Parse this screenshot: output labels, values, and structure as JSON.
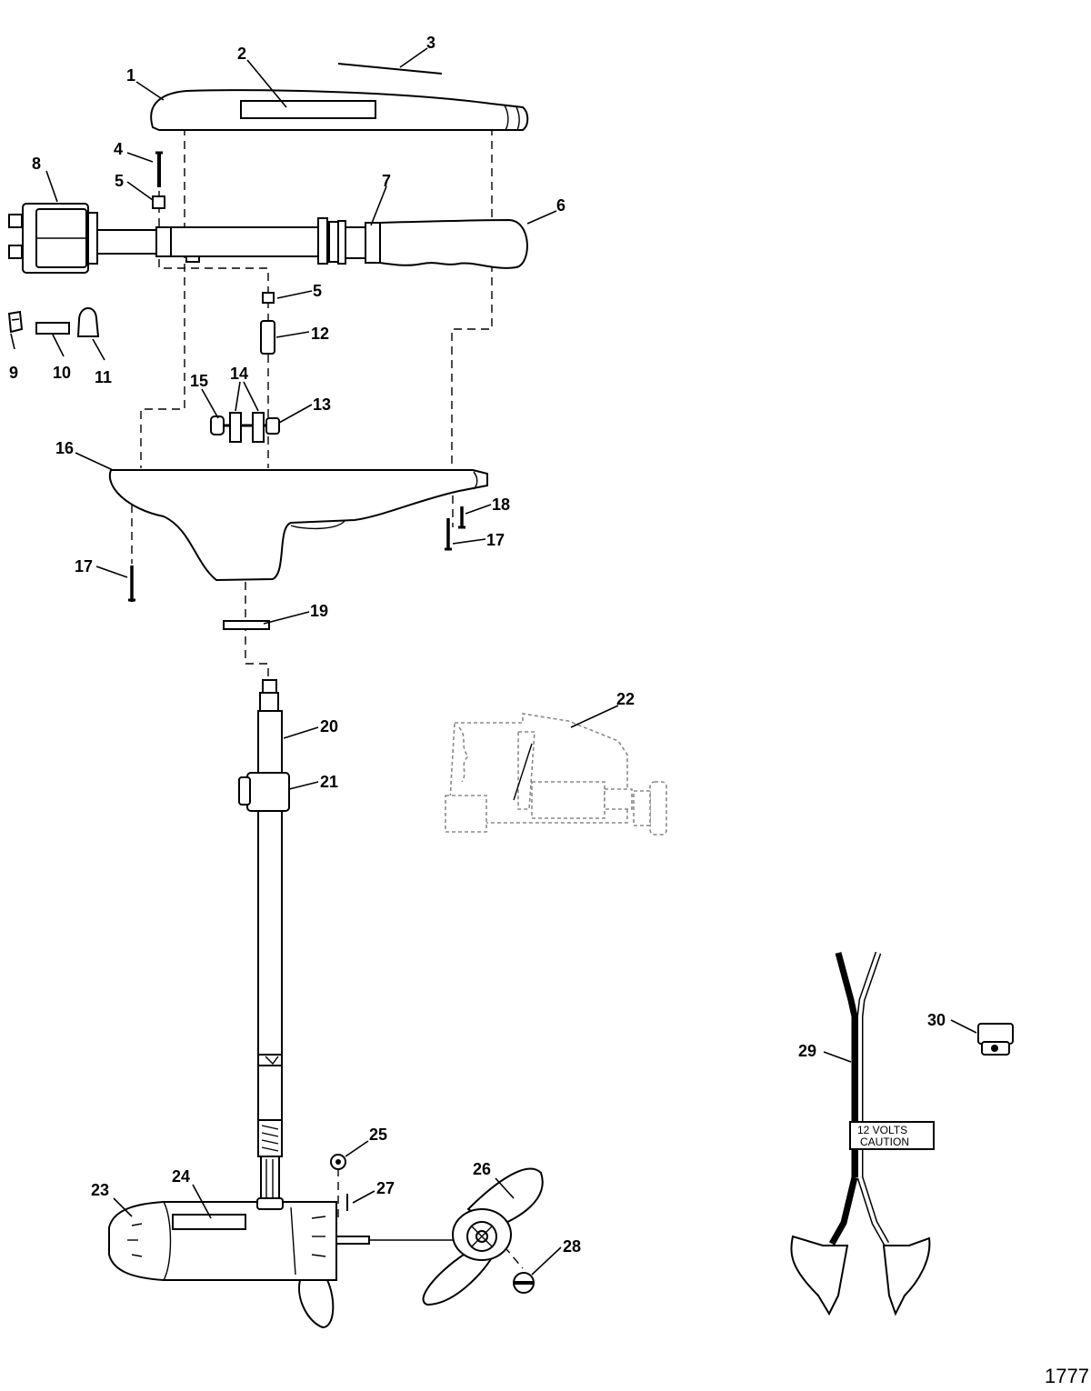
{
  "callouts": [
    "1",
    "2",
    "3",
    "4",
    "5",
    "6",
    "7",
    "8",
    "9",
    "10",
    "11",
    "12",
    "13",
    "14",
    "15",
    "16",
    "17",
    "18",
    "19",
    "20",
    "21",
    "22",
    "23",
    "24",
    "25",
    "26",
    "27",
    "28",
    "29",
    "30"
  ],
  "extra_callouts": {
    "5b": "5",
    "17b": "17"
  },
  "warning_label": {
    "line1": "12 VOLTS",
    "line2": "CAUTION"
  },
  "figure_id": "1777"
}
